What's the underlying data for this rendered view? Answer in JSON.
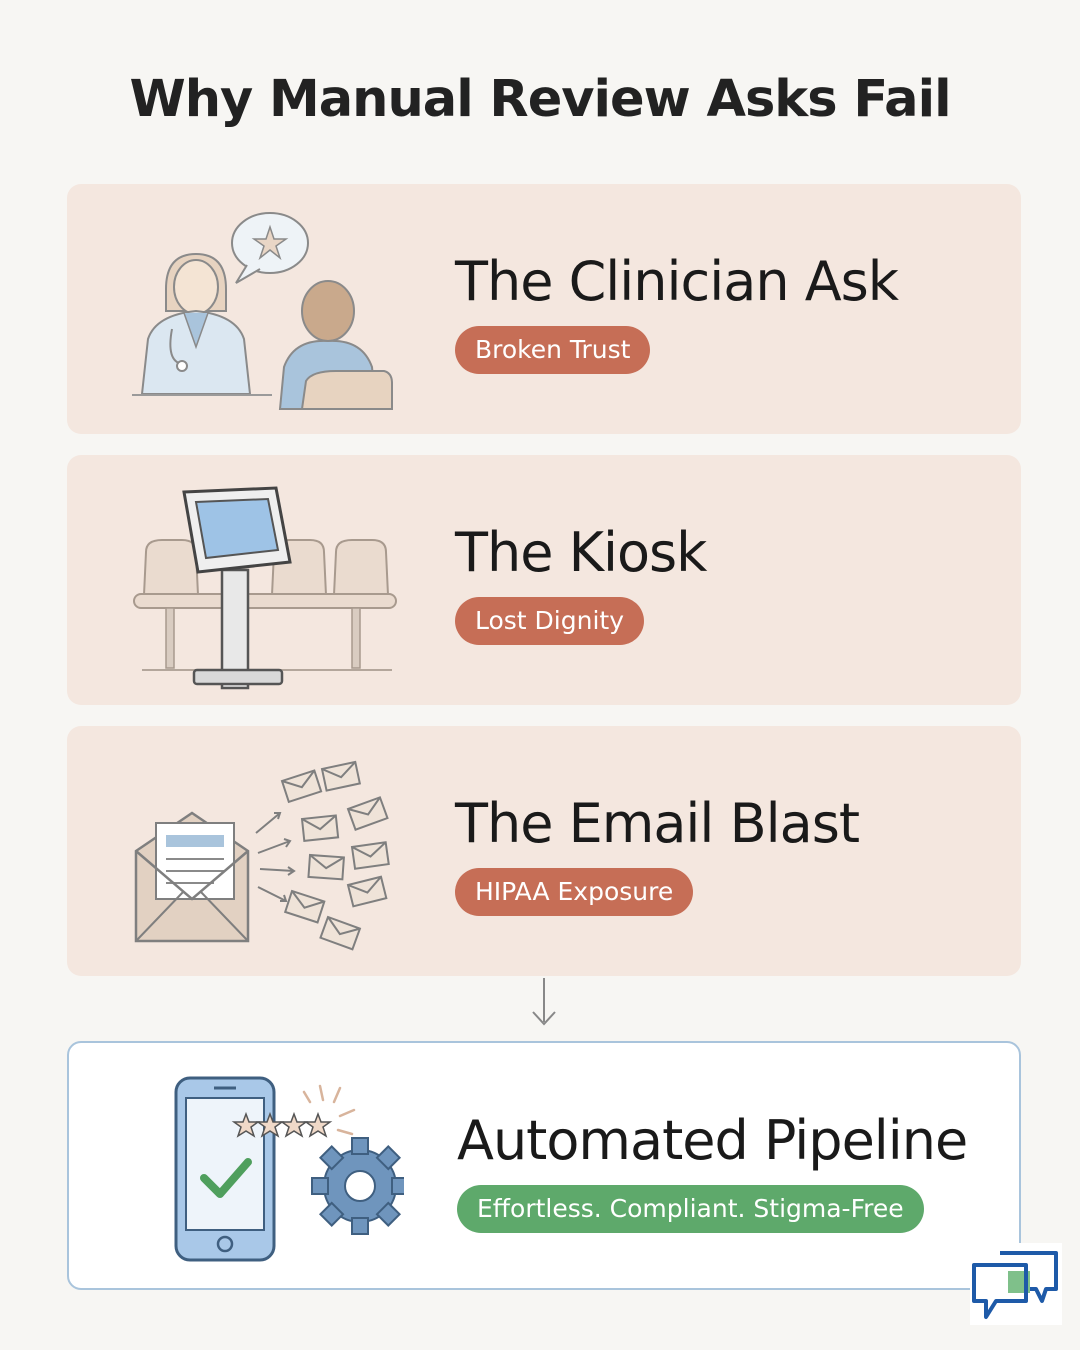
{
  "title": "Why Manual Review Asks Fail",
  "cards": [
    {
      "title": "The Clinician Ask",
      "tag": "Broken Trust",
      "illustration": "clinician-patient-icon"
    },
    {
      "title": "The Kiosk",
      "tag": "Lost Dignity",
      "illustration": "kiosk-icon"
    },
    {
      "title": "The Email Blast",
      "tag": "HIPAA Exposure",
      "illustration": "email-blast-icon"
    }
  ],
  "solution": {
    "title": "Automated Pipeline",
    "tag": "Effortless. Compliant. Stigma-Free",
    "illustration": "phone-check-gear-icon"
  },
  "colors": {
    "card_bg": "#f4e7df",
    "pill_red": "#c66e56",
    "pill_green": "#5ea96b",
    "final_border": "#a9c4dc"
  }
}
